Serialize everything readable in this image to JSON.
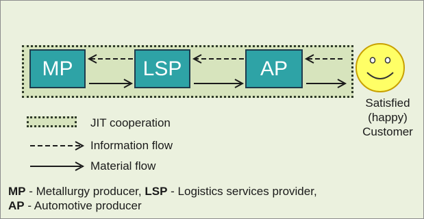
{
  "nodes": {
    "mp": "MP",
    "lsp": "LSP",
    "ap": "AP"
  },
  "customer": {
    "line1": "Satisfied",
    "line2": "(happy)",
    "line3": "Customer"
  },
  "legend": {
    "jit": "JIT cooperation",
    "information": "Information flow",
    "material": "Material flow"
  },
  "abbreviations": {
    "mp_code": "MP",
    "mp_text": " -  Metallurgy producer, ",
    "lsp_code": "LSP",
    "lsp_text": "  -  Logistics services provider,",
    "ap_code": "AP",
    "ap_text": "  -  Automotive producer"
  },
  "colors": {
    "background": "#ebf1de",
    "jit_zone": "#d7e4bd",
    "node_fill": "#2ea3a6",
    "node_border": "#1f3b4d",
    "smiley": "#ffff66"
  }
}
